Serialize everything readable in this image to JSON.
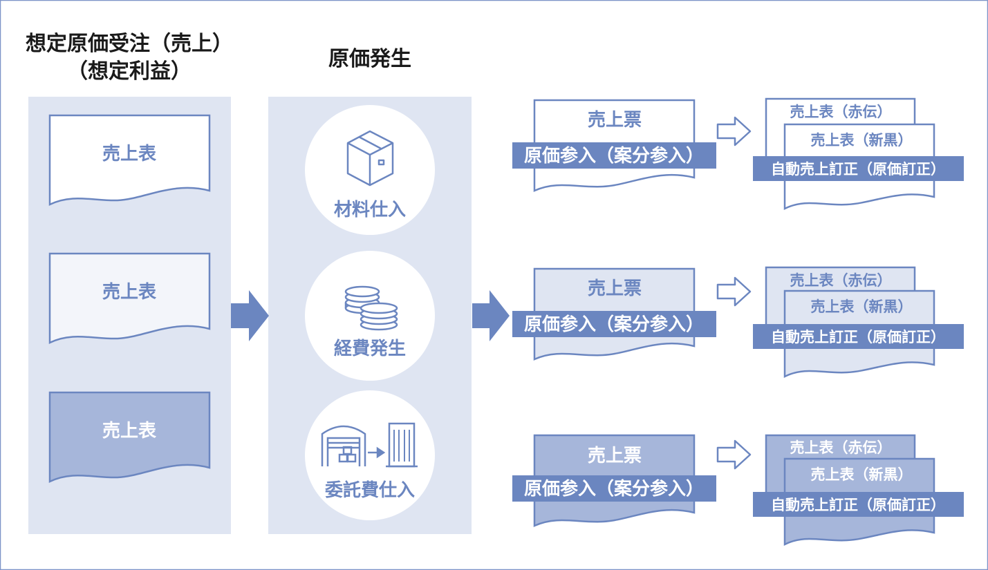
{
  "headers": {
    "left_line1": "想定原価受注（売上）",
    "left_line2": "（想定利益）",
    "middle": "原価発生"
  },
  "sales_docs": [
    "売上表",
    "売上表",
    "売上表"
  ],
  "cost_sources": [
    {
      "label": "材料仕入",
      "icon": "box-icon"
    },
    {
      "label": "経費発生",
      "icon": "coins-icon"
    },
    {
      "label": "委託費仕入",
      "icon": "warehouse-to-building-icon"
    }
  ],
  "rows": [
    {
      "slip_label": "売上票",
      "slip_banner": "原価参入（案分参入）",
      "red_label": "売上表（赤伝）",
      "black_label": "売上表（新黒）",
      "correction_banner": "自動売上訂正（原価訂正）"
    },
    {
      "slip_label": "売上票",
      "slip_banner": "原価参入（案分参入）",
      "red_label": "売上表（赤伝）",
      "black_label": "売上表（新黒）",
      "correction_banner": "自動売上訂正（原価訂正）"
    },
    {
      "slip_label": "売上票",
      "slip_banner": "原価参入（案分参入）",
      "red_label": "売上表（赤伝）",
      "black_label": "売上表（新黒）",
      "correction_banner": "自動売上訂正（原価訂正）"
    }
  ],
  "colors": {
    "accent": "#6b86c0",
    "panel": "#dfe5f2",
    "doc_fill_light": "#dfe5f2",
    "doc_fill_mid": "#a6b6da",
    "text": "#1a1a1a",
    "border": "#6b86c0"
  }
}
